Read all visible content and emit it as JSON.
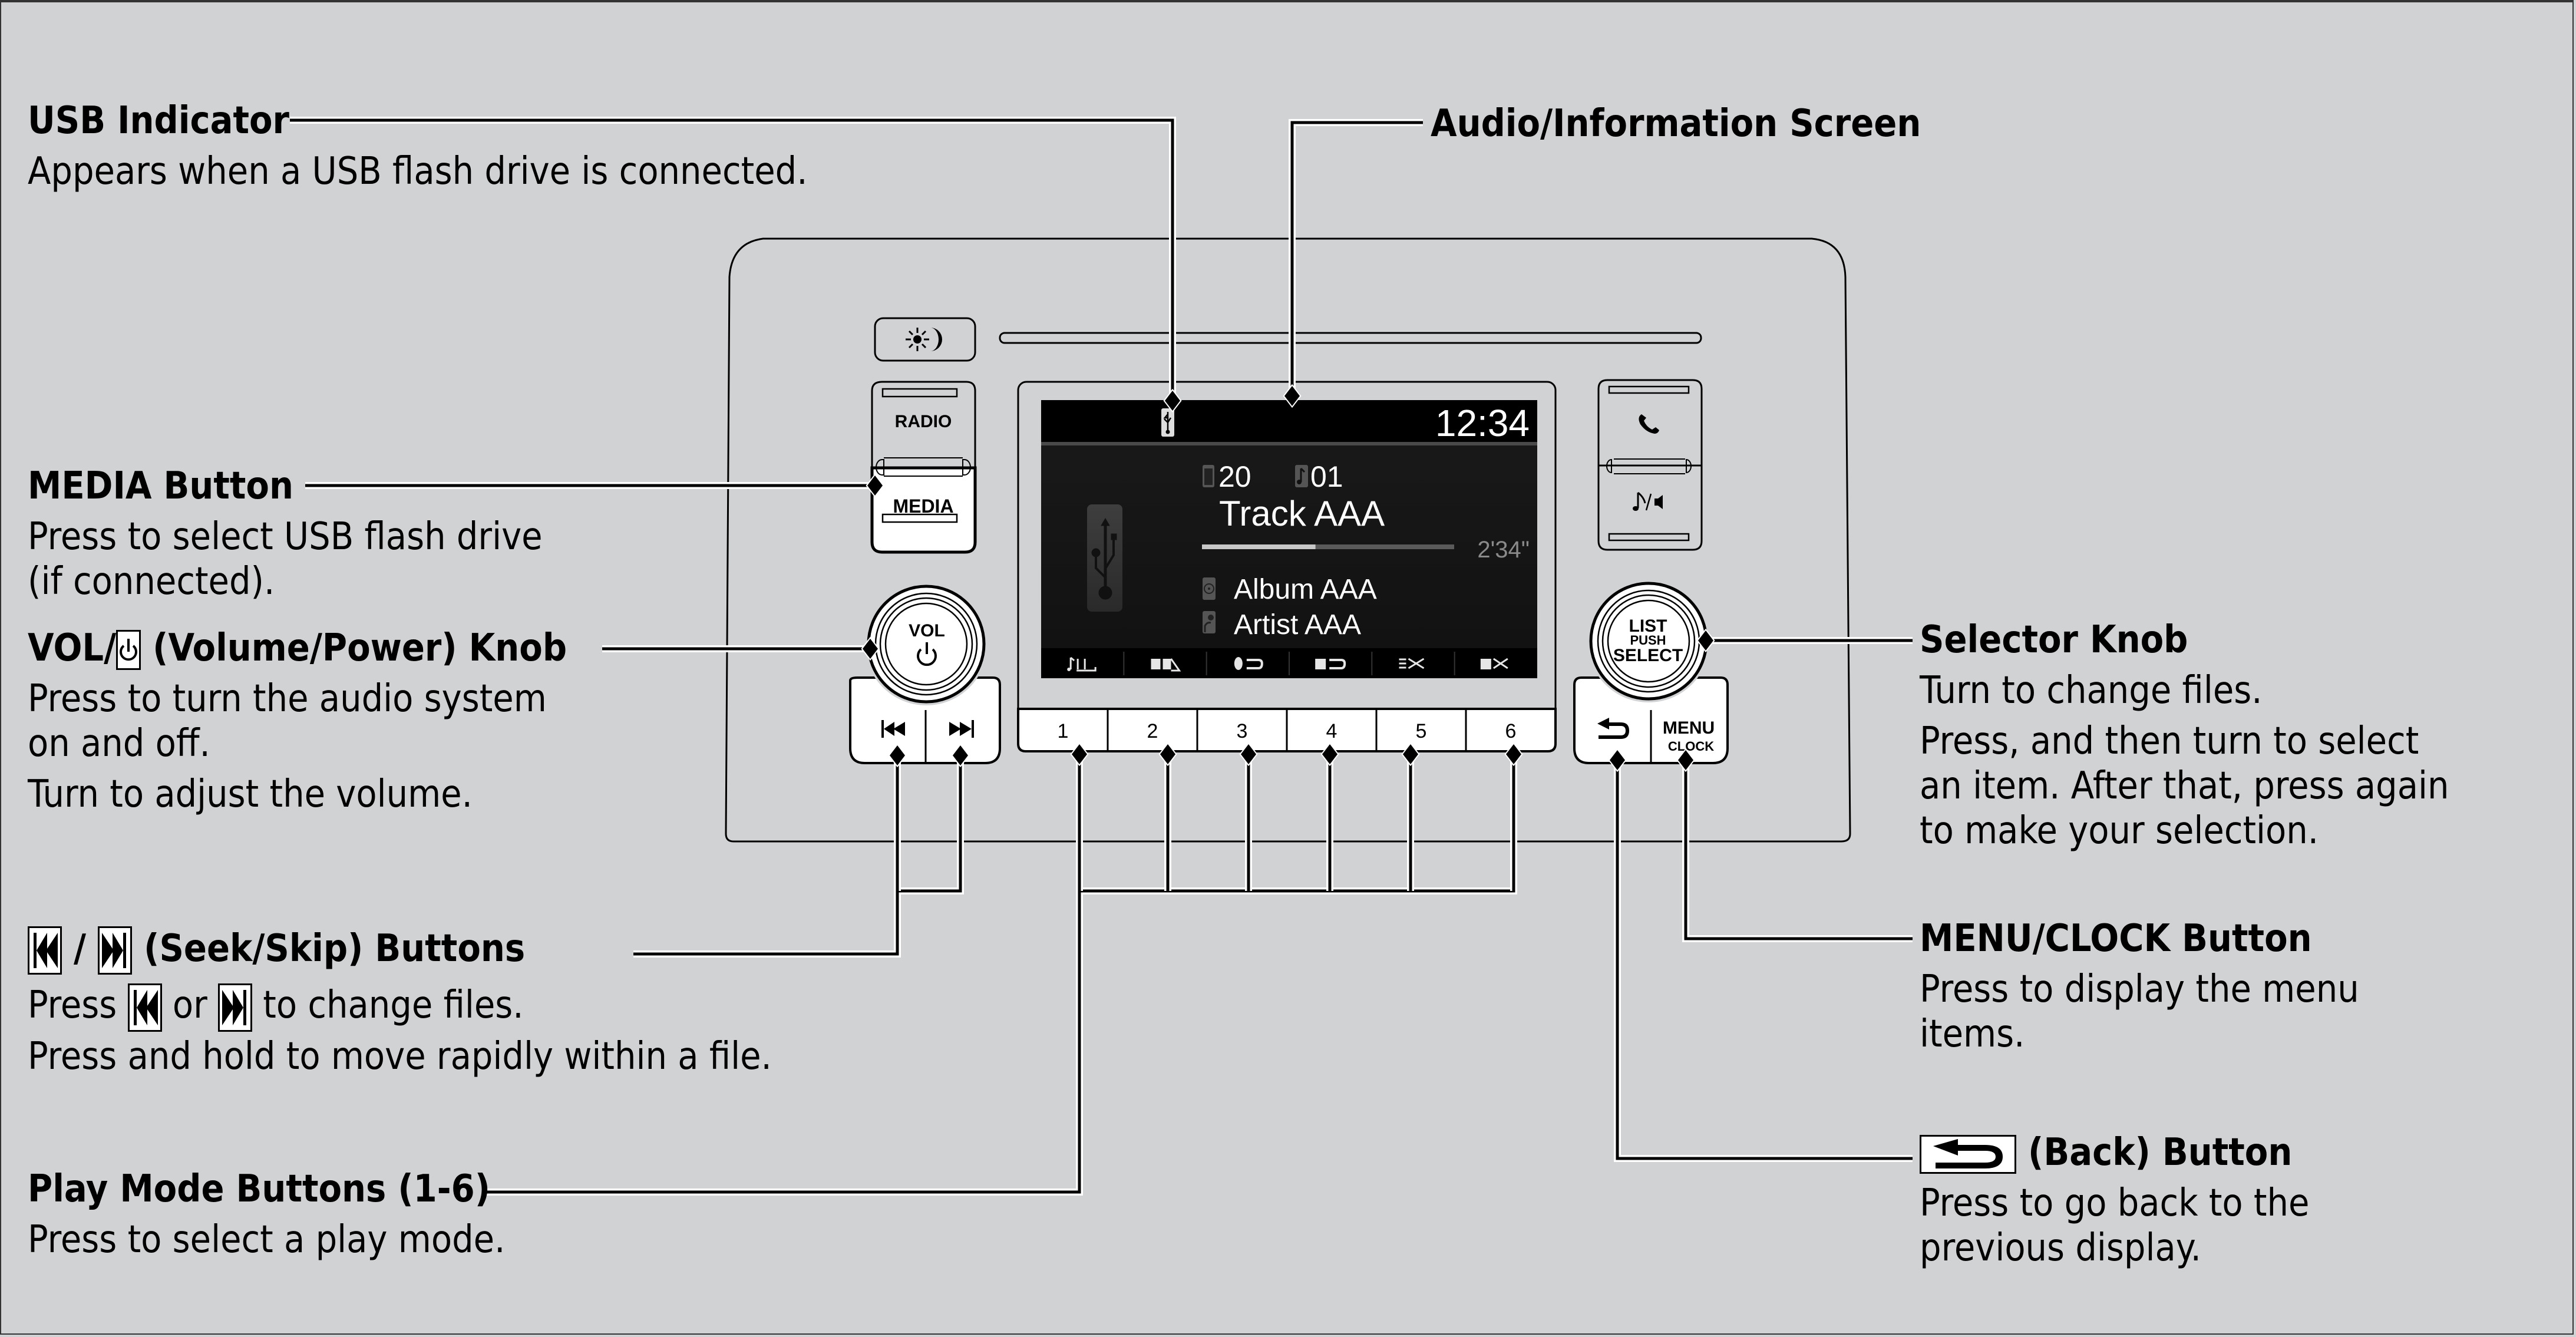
{
  "callouts": {
    "usb_indicator": {
      "title": "USB Indicator",
      "desc": [
        "Appears when a USB flash drive is connected."
      ]
    },
    "audio_screen": {
      "title": "Audio/Information Screen"
    },
    "media_button": {
      "title": "MEDIA Button",
      "desc": [
        "Press to select USB flash drive",
        "(if connected)."
      ]
    },
    "vol_knob": {
      "title_prefix": "VOL/",
      "title_suffix": " (Volume/Power) Knob",
      "icon": "power-icon",
      "desc": [
        "Press to turn the audio system",
        "on and off.",
        "Turn to adjust the volume."
      ]
    },
    "seek_buttons": {
      "separator": " / ",
      "title_suffix": " (Seek/Skip) Buttons",
      "desc_press": "Press ",
      "desc_or": " or ",
      "desc_change": " to change files.",
      "desc_hold": "Press and hold to move rapidly within a file."
    },
    "play_mode": {
      "title": "Play Mode Buttons (1-6)",
      "desc": [
        "Press to select a play mode."
      ]
    },
    "selector_knob": {
      "title": "Selector Knob",
      "desc": [
        "Turn to change files.",
        "Press, and then turn to select",
        "an item. After that, press again",
        "to make your selection."
      ]
    },
    "menu_clock": {
      "title": "MENU/CLOCK Button",
      "desc": [
        "Press to display the menu",
        "items."
      ]
    },
    "back_button": {
      "title_suffix": " (Back) Button",
      "icon": "back-arrow-icon",
      "desc": [
        "Press to go back to the",
        "previous display."
      ]
    }
  },
  "device": {
    "radio_label": "RADIO",
    "media_label": "MEDIA",
    "vol_label": "VOL",
    "list_label": "LIST",
    "push_label": "PUSH",
    "select_label": "SELECT",
    "menu_label": "MENU",
    "clock_label": "CLOCK",
    "presets": [
      "1",
      "2",
      "3",
      "4",
      "5",
      "6"
    ],
    "icons": {
      "brightness": "sun-moon-icon",
      "phone": "phone-icon",
      "music_speaker": "music-speaker-icon",
      "seek_back": "skip-back-icon",
      "seek_forward": "skip-forward-icon",
      "back": "back-arrow-icon"
    }
  },
  "screen": {
    "clock": "12:34",
    "folder_number": "20",
    "track_number": "01",
    "track_title": "Track AAA",
    "elapsed_fraction": 0.45,
    "duration": "2'34\"",
    "album": "Album AAA",
    "artist": "Artist AAA",
    "play_mode_icons": [
      "repeat-all-tracks-icon",
      "folder-list-icon",
      "repeat-one-icon",
      "repeat-folder-icon",
      "random-all-icon",
      "random-folder-icon"
    ],
    "colors": {
      "background": "#000000",
      "text": "#ffffff",
      "progress_fill": "#c8c8c8",
      "progress_track": "#5a5a5a",
      "duration_text": "#8a8a8a"
    }
  },
  "colors": {
    "page_background": "#d1d2d4",
    "line": "#000000"
  }
}
